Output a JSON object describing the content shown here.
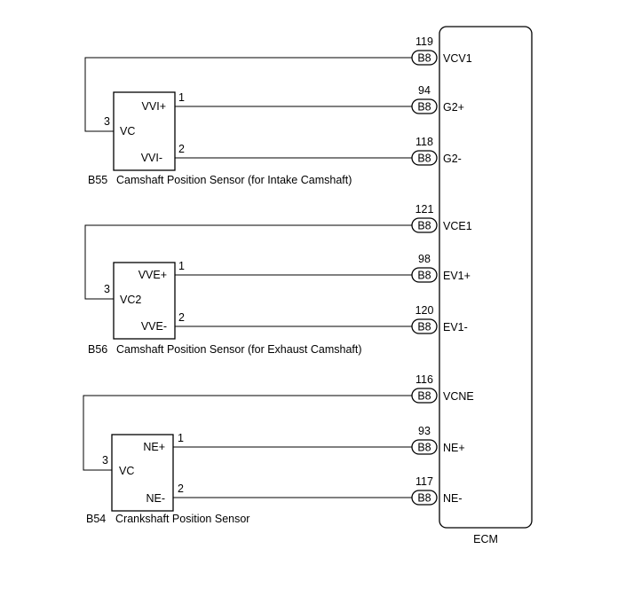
{
  "ecm": {
    "label": "ECM"
  },
  "connector_code": "B8",
  "sensors": [
    {
      "code": "B55",
      "name": "Camshaft Position Sensor (for Intake Camshaft)",
      "supply_pin_label": "VC",
      "supply_pin_number": "3",
      "pos_label": "VVI+",
      "pos_pin_number": "1",
      "neg_label": "VVI-",
      "neg_pin_number": "2",
      "ecm_pins": [
        {
          "number": "119",
          "label": "VCV1"
        },
        {
          "number": "94",
          "label": "G2+"
        },
        {
          "number": "118",
          "label": "G2-"
        }
      ]
    },
    {
      "code": "B56",
      "name": "Camshaft Position Sensor (for Exhaust Camshaft)",
      "supply_pin_label": "VC2",
      "supply_pin_number": "3",
      "pos_label": "VVE+",
      "pos_pin_number": "1",
      "neg_label": "VVE-",
      "neg_pin_number": "2",
      "ecm_pins": [
        {
          "number": "121",
          "label": "VCE1"
        },
        {
          "number": "98",
          "label": "EV1+"
        },
        {
          "number": "120",
          "label": "EV1-"
        }
      ]
    },
    {
      "code": "B54",
      "name": "Crankshaft Position Sensor",
      "supply_pin_label": "VC",
      "supply_pin_number": "3",
      "pos_label": "NE+",
      "pos_pin_number": "1",
      "neg_label": "NE-",
      "neg_pin_number": "2",
      "ecm_pins": [
        {
          "number": "116",
          "label": "VCNE"
        },
        {
          "number": "93",
          "label": "NE+"
        },
        {
          "number": "117",
          "label": "NE-"
        }
      ]
    }
  ]
}
